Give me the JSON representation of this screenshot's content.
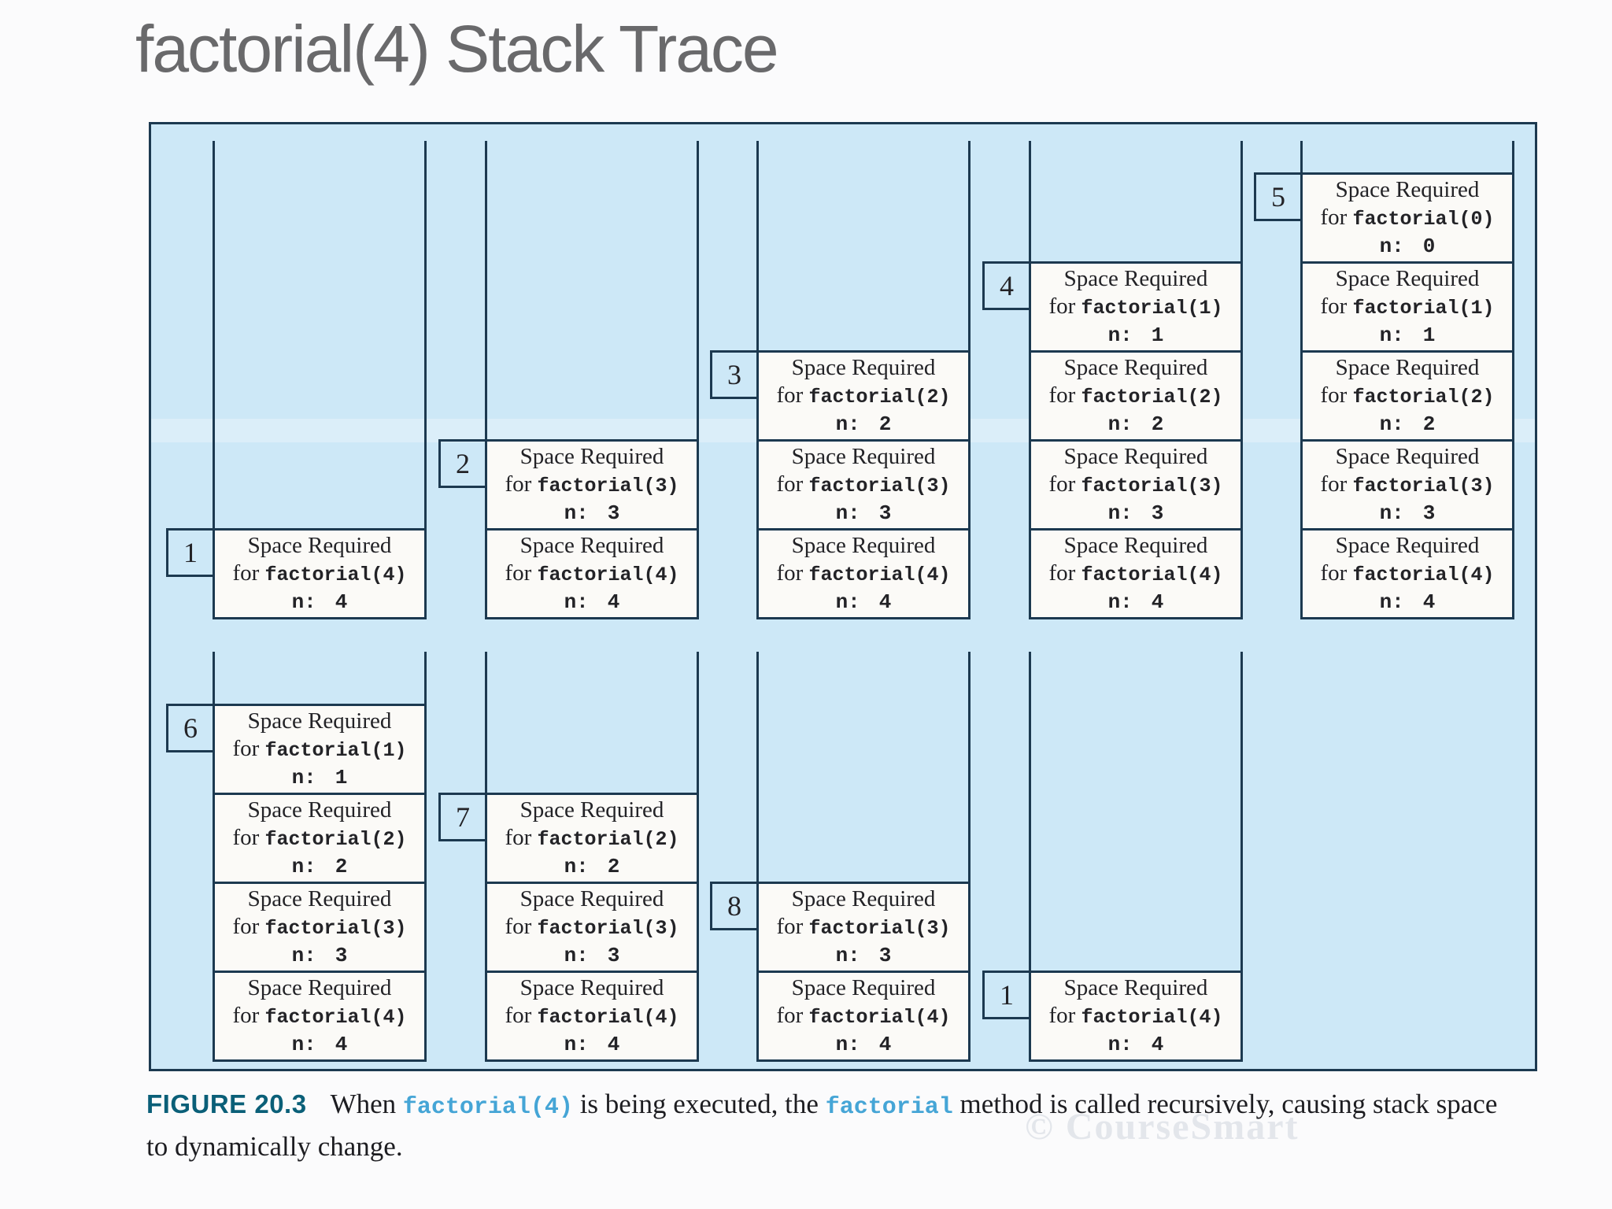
{
  "title": "factorial(4) Stack Trace",
  "labels": {
    "space_required": "Space Required",
    "for_prefix": "for ",
    "n_prefix": "n:"
  },
  "rows": [
    {
      "name": "growing",
      "stacks": [
        {
          "label": "1",
          "col": 0,
          "frames": [
            {
              "fn": "factorial(4)",
              "n": "4"
            }
          ]
        },
        {
          "label": "2",
          "col": 1,
          "frames": [
            {
              "fn": "factorial(3)",
              "n": "3"
            },
            {
              "fn": "factorial(4)",
              "n": "4"
            }
          ]
        },
        {
          "label": "3",
          "col": 2,
          "frames": [
            {
              "fn": "factorial(2)",
              "n": "2"
            },
            {
              "fn": "factorial(3)",
              "n": "3"
            },
            {
              "fn": "factorial(4)",
              "n": "4"
            }
          ]
        },
        {
          "label": "4",
          "col": 3,
          "frames": [
            {
              "fn": "factorial(1)",
              "n": "1"
            },
            {
              "fn": "factorial(2)",
              "n": "2"
            },
            {
              "fn": "factorial(3)",
              "n": "3"
            },
            {
              "fn": "factorial(4)",
              "n": "4"
            }
          ]
        },
        {
          "label": "5",
          "col": 4,
          "frames": [
            {
              "fn": "factorial(0)",
              "n": "0"
            },
            {
              "fn": "factorial(1)",
              "n": "1"
            },
            {
              "fn": "factorial(2)",
              "n": "2"
            },
            {
              "fn": "factorial(3)",
              "n": "3"
            },
            {
              "fn": "factorial(4)",
              "n": "4"
            }
          ]
        }
      ]
    },
    {
      "name": "shrinking",
      "stacks": [
        {
          "label": "6",
          "col": 0,
          "frames": [
            {
              "fn": "factorial(1)",
              "n": "1"
            },
            {
              "fn": "factorial(2)",
              "n": "2"
            },
            {
              "fn": "factorial(3)",
              "n": "3"
            },
            {
              "fn": "factorial(4)",
              "n": "4"
            }
          ]
        },
        {
          "label": "7",
          "col": 1,
          "frames": [
            {
              "fn": "factorial(2)",
              "n": "2"
            },
            {
              "fn": "factorial(3)",
              "n": "3"
            },
            {
              "fn": "factorial(4)",
              "n": "4"
            }
          ]
        },
        {
          "label": "8",
          "col": 2,
          "frames": [
            {
              "fn": "factorial(3)",
              "n": "3"
            },
            {
              "fn": "factorial(4)",
              "n": "4"
            }
          ]
        },
        {
          "label": "1",
          "col": 3,
          "frames": [
            {
              "fn": "factorial(4)",
              "n": "4"
            }
          ]
        }
      ]
    }
  ],
  "caption": {
    "figure_label": "FIGURE 20.3",
    "line1": [
      {
        "t": "When ",
        "c": "text"
      },
      {
        "t": "factorial(4)",
        "c": "code"
      },
      {
        "t": " is being executed, the ",
        "c": "text"
      },
      {
        "t": "factorial",
        "c": "code"
      },
      {
        "t": " method is called recursively, causing stack space",
        "c": "text"
      }
    ],
    "line2": "to dynamically change."
  },
  "watermark": "© CourseSmart",
  "colors": {
    "panel_fill": "#cde8f7",
    "line": "#1c3950",
    "frame_fill": "#fbfaf7",
    "frame_text": "#232327",
    "title_gray": "#69696b",
    "figure_label_teal": "#0a5f78",
    "code_blue": "#45a5d6",
    "caption_text": "#1d1d21",
    "watermark_gray": "#e3e6eb"
  }
}
